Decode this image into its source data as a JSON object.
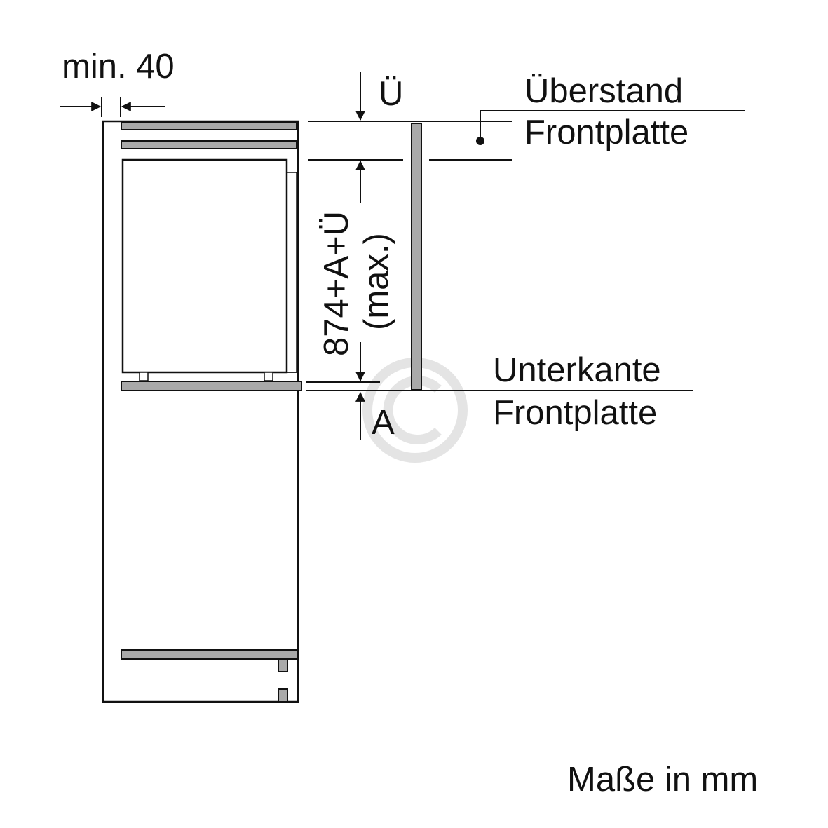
{
  "labels": {
    "min_gap": "min. 40",
    "overhang_symbol": "Ü",
    "overhang_line1": "Überstand",
    "overhang_line2": "Frontplatte",
    "height_formula": "874+A+Ü",
    "height_max": "(max.)",
    "bottom_edge_line1": "Unterkante",
    "bottom_edge_line2": "Frontplatte",
    "bottom_symbol": "A",
    "units_note": "Maße in mm"
  },
  "colors": {
    "line": "#111111",
    "panel_fill": "#a9a9a9",
    "watermark": "#e2e2e2"
  }
}
